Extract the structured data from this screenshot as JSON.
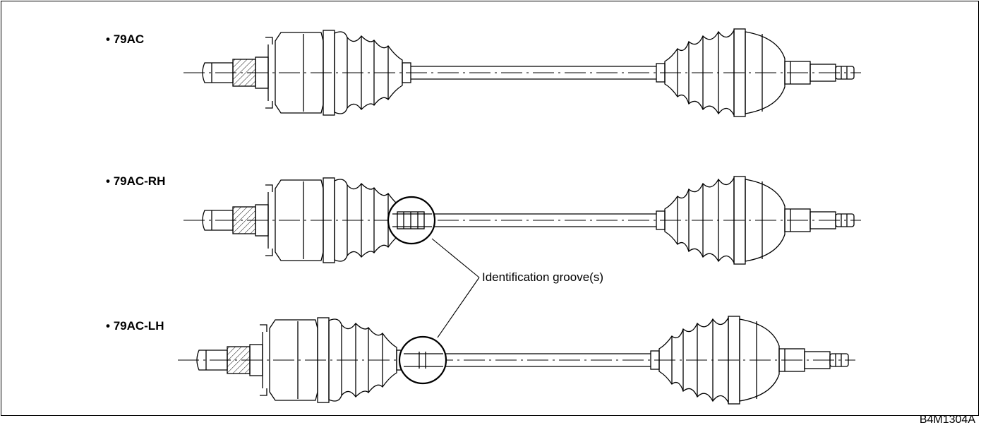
{
  "labels": {
    "shaft1": "79AC",
    "shaft2": "79AC-RH",
    "shaft3": "79AC-LH",
    "bullet": "•"
  },
  "callout": "Identification groove(s)",
  "figure_code": "B4M1304A"
}
